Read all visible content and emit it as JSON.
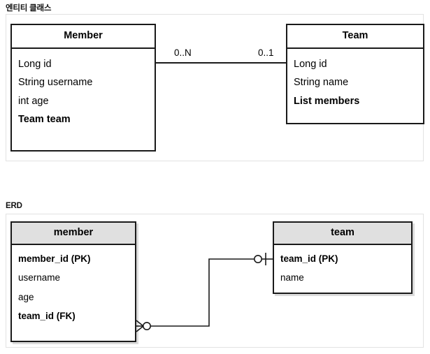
{
  "sections": [
    {
      "key": "entity_class",
      "title": "엔티티 클래스"
    },
    {
      "key": "erd",
      "title": "ERD"
    }
  ],
  "entity_diagram": {
    "type": "uml-class-diagram",
    "classes": [
      {
        "name": "Member",
        "fields": [
          {
            "text": "Long id",
            "bold": false
          },
          {
            "text": "String username",
            "bold": false
          },
          {
            "text": "int age",
            "bold": false
          },
          {
            "text": "Team team",
            "bold": true
          }
        ]
      },
      {
        "name": "Team",
        "fields": [
          {
            "text": "Long id",
            "bold": false
          },
          {
            "text": "String name",
            "bold": false
          },
          {
            "text": "List members",
            "bold": true
          }
        ]
      }
    ],
    "association": {
      "source_multiplicity": "0..N",
      "target_multiplicity": "0..1"
    }
  },
  "erd_diagram": {
    "type": "entity-relationship-diagram",
    "tables": [
      {
        "name": "member",
        "columns": [
          {
            "text": "member_id (PK)",
            "bold": true
          },
          {
            "text": "username",
            "bold": false
          },
          {
            "text": "age",
            "bold": false
          },
          {
            "text": "team_id (FK)",
            "bold": true
          }
        ]
      },
      {
        "name": "team",
        "columns": [
          {
            "text": "team_id (PK)",
            "bold": true
          },
          {
            "text": "name",
            "bold": false
          }
        ]
      }
    ],
    "relationship": {
      "source_cardinality": "zero-or-many",
      "target_cardinality": "zero-or-one"
    }
  },
  "colors": {
    "border": "#1a1a1a",
    "panel_border": "#e2e2e2",
    "erd_header_fill": "#e0e0e0",
    "background": "#ffffff",
    "text": "#000000"
  }
}
